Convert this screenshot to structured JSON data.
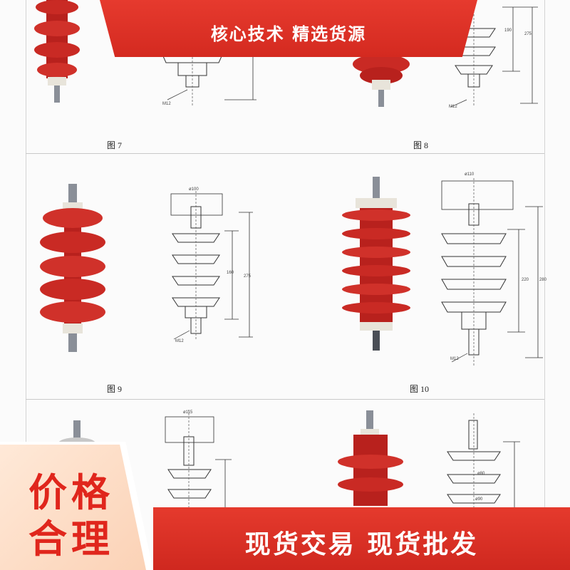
{
  "figures": [
    {
      "caption": "图 7",
      "bolt": "M12"
    },
    {
      "caption": "图 8",
      "bolt": "M12",
      "dims": [
        "190",
        "275"
      ]
    },
    {
      "caption": "图 9",
      "bolt": "M12",
      "diameter": "ø100",
      "dims": [
        "160",
        "275"
      ]
    },
    {
      "caption": "图 10",
      "bolt": "M12",
      "diameter": "ø110",
      "dims": [
        "220",
        "280"
      ]
    },
    {
      "diameter": "ø115"
    },
    {
      "diameters": [
        "ø80",
        "ø90"
      ]
    }
  ],
  "promo": {
    "top_banner": "核心技术 精选货源",
    "side_line_1": "价格",
    "side_line_2": "合理",
    "bottom_bar": "现货交易  现货批发"
  },
  "colors": {
    "accent_red": "#e0261c",
    "arrester_red": "#c92a24",
    "side_peach": "#fbd2b6"
  }
}
